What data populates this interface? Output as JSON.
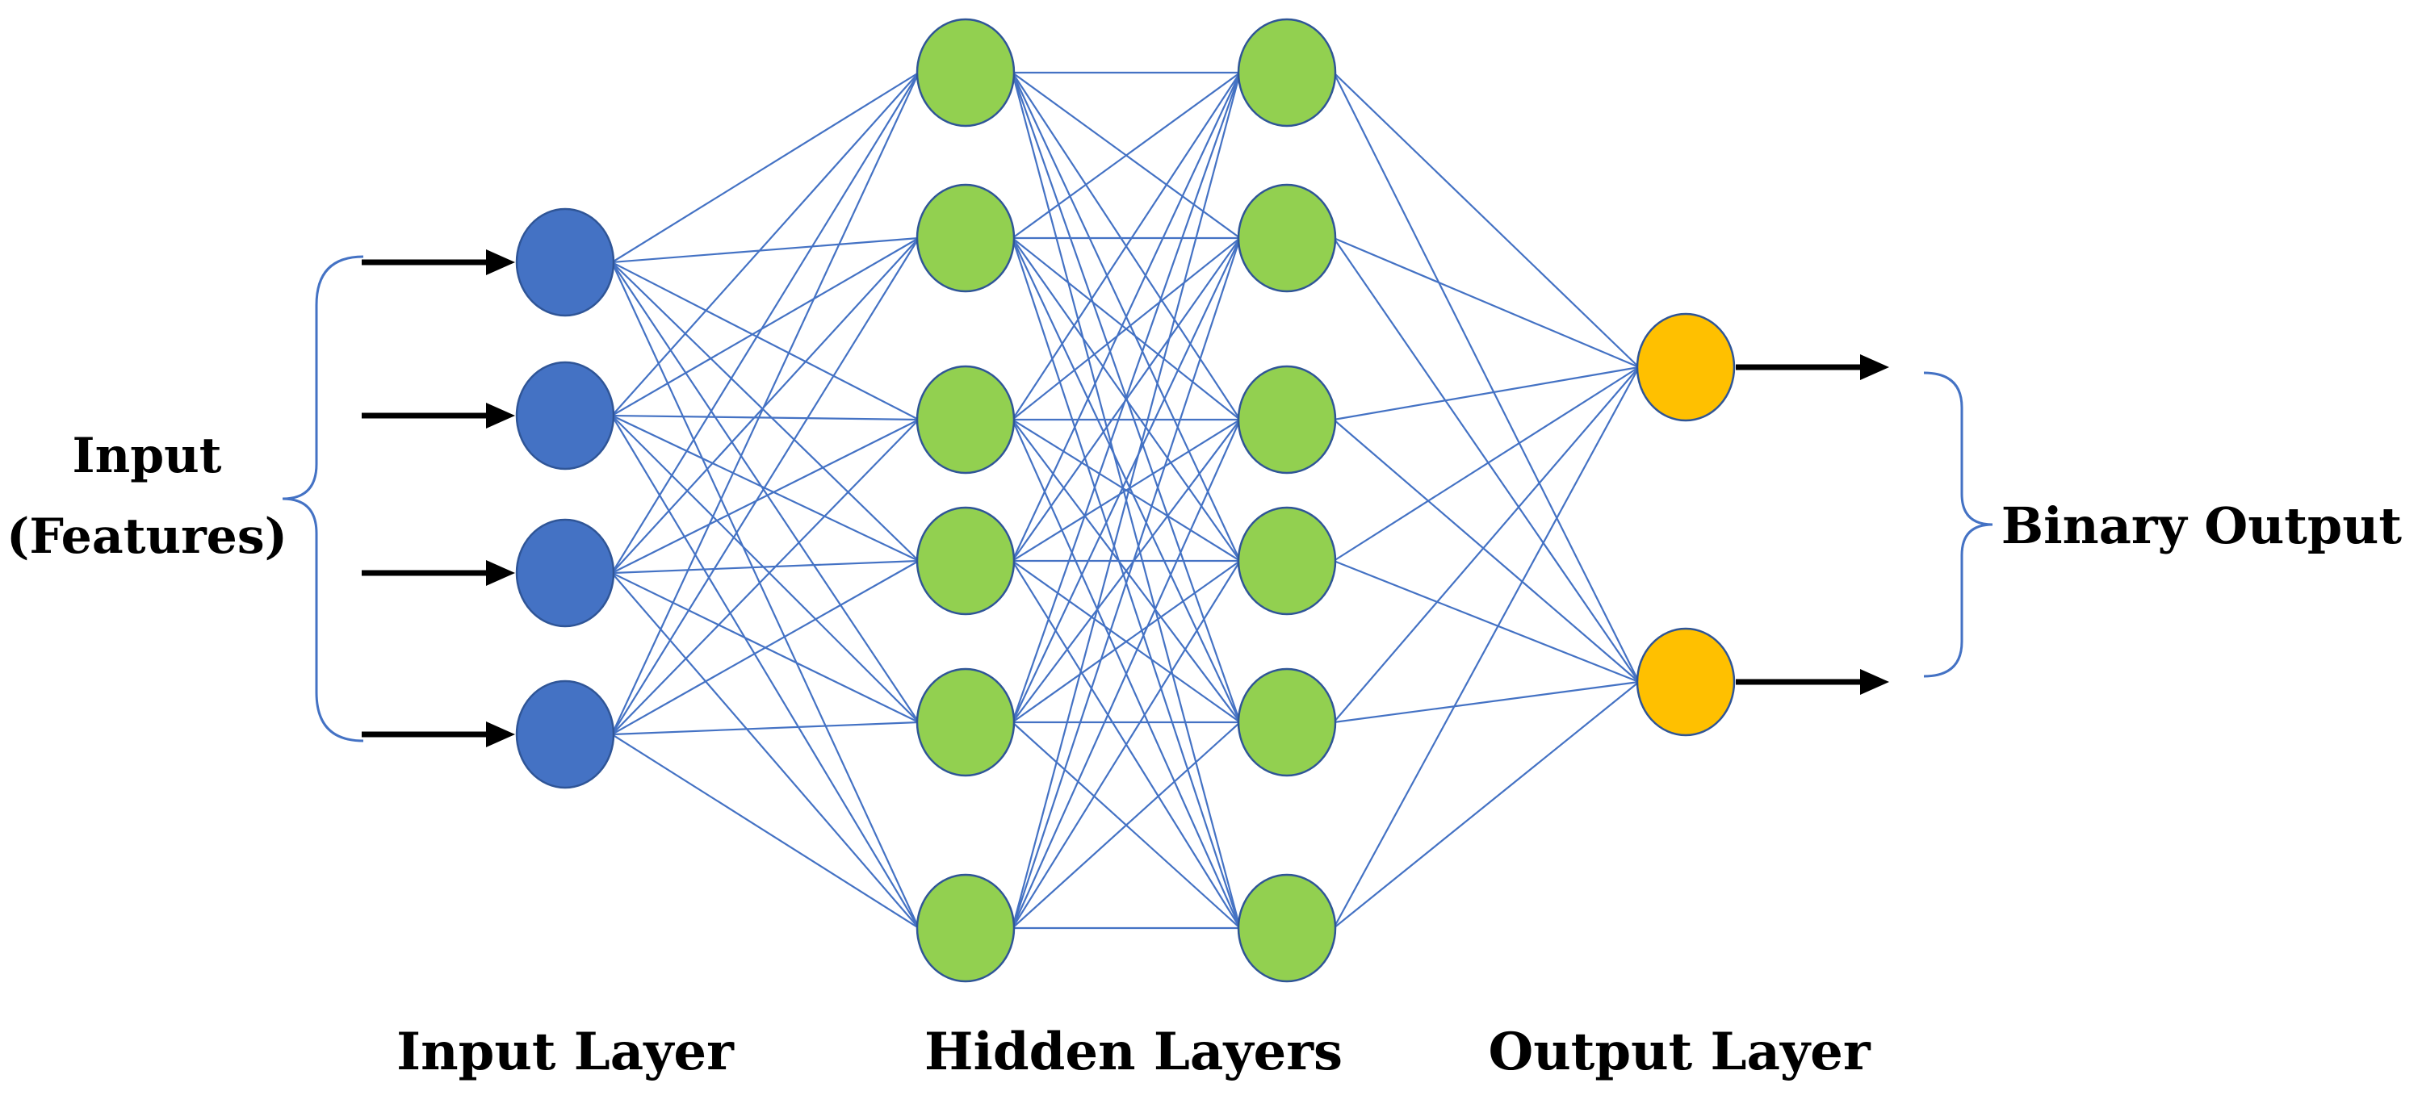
{
  "labels": {
    "input_features_line1": "Input",
    "input_features_line2": "(Features)",
    "binary_output": "Binary Output",
    "input_layer": "Input Layer",
    "hidden_layers": "Hidden Layers",
    "output_layer": "Output Layer"
  },
  "network": {
    "layers": [
      {
        "role": "input",
        "nodes": 4
      },
      {
        "role": "hidden",
        "nodes": 6
      },
      {
        "role": "hidden",
        "nodes": 6
      },
      {
        "role": "output",
        "nodes": 2
      }
    ],
    "fully_connected": true
  },
  "colors": {
    "input_node": "#4472C4",
    "hidden_node": "#92D050",
    "output_node": "#FFC000",
    "node_outline": "#2F5597",
    "connection": "#4472C4",
    "arrow": "#000000",
    "bracket": "#4472C4",
    "text": "#000000"
  }
}
